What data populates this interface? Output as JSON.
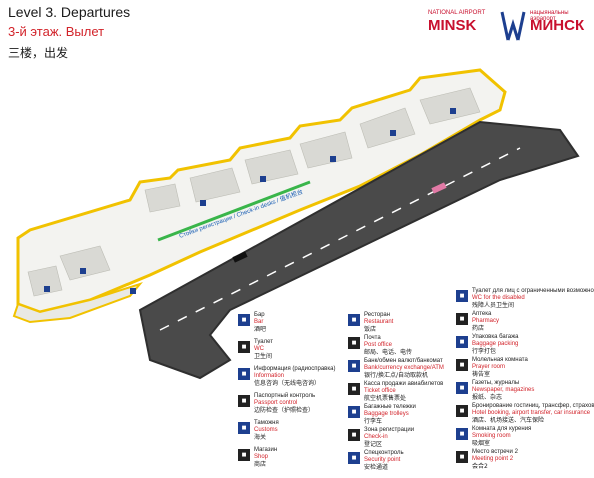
{
  "header": {
    "title_en": "Level 3. Departures",
    "title_ru": "3-й этаж. Вылет",
    "title_zh": "三楼，出发"
  },
  "logo": {
    "left_top": "NATIONAL AIRPORT",
    "left_main": "MINSK",
    "right_top": "нацыянальны аэрапорт",
    "right_main": "МИНСК"
  },
  "map": {
    "checkin_text": "Стойки регистрации / Check-in desks / 值机柜台",
    "colors": {
      "floor": "#f3f3f0",
      "edge": "#f1c200",
      "road": "#4a4a4a",
      "checkin": "#39b54a"
    }
  },
  "legend": {
    "col1": [
      {
        "icon": "bar-icon",
        "ru": "Бар",
        "en": "Bar",
        "zh": "酒吧"
      },
      {
        "icon": "wc-icon",
        "ru": "Туалет",
        "en": "WC",
        "zh": "卫生间"
      },
      {
        "icon": "info-icon",
        "ru": "Информация (радиосправка)",
        "en": "Information",
        "zh": "信息咨询（无线电咨询）"
      },
      {
        "icon": "passport-icon",
        "ru": "Паспортный контроль",
        "en": "Passport control",
        "zh": "边防检查（护照检查）"
      },
      {
        "icon": "customs-icon",
        "ru": "Таможня",
        "en": "Customs",
        "zh": "海关"
      },
      {
        "icon": "shop-icon",
        "ru": "Магазин",
        "en": "Shop",
        "zh": "商店"
      }
    ],
    "col2": [
      {
        "icon": "restaurant-icon",
        "ru": "Ресторан",
        "en": "Restaurant",
        "zh": "饭店"
      },
      {
        "icon": "post-icon",
        "ru": "Почта",
        "en": "Post office",
        "zh": "邮局、电话、电传"
      },
      {
        "icon": "bank-icon",
        "ru": "Банк/обмен валют/банкомат",
        "en": "Bank/currency exchange/ATM",
        "zh": "银行/换汇点/自动取款机"
      },
      {
        "icon": "ticket-icon",
        "ru": "Касса продажи авиабилетов",
        "en": "Ticket office",
        "zh": "航空机票售票处"
      },
      {
        "icon": "trolley-icon",
        "ru": "Багажные тележки",
        "en": "Baggage trolleys",
        "zh": "行李车"
      },
      {
        "icon": "checkin-icon",
        "ru": "Зона регистрации",
        "en": "Check-in",
        "zh": "登记区"
      },
      {
        "icon": "security-icon",
        "ru": "Спецконтроль",
        "en": "Security point",
        "zh": "安检通道"
      }
    ],
    "col3": [
      {
        "icon": "disabled-icon",
        "ru": "Туалет для лиц с ограниченными возможностями",
        "en": "WC for the disabled",
        "zh": "残障人员卫生间"
      },
      {
        "icon": "pharmacy-icon",
        "ru": "Аптека",
        "en": "Pharmacy",
        "zh": "药店"
      },
      {
        "icon": "baggage-icon",
        "ru": "Упаковка багажа",
        "en": "Baggage packing",
        "zh": "行李打包"
      },
      {
        "icon": "prayer-icon",
        "ru": "Молельная комната",
        "en": "Prayer room",
        "zh": "祷告室"
      },
      {
        "icon": "newspaper-icon",
        "ru": "Газеты, журналы",
        "en": "Newspaper, magazines",
        "zh": "报纸、杂志"
      },
      {
        "icon": "hotel-icon",
        "ru": "Бронирование гостиниц, трансфер, страхование авто",
        "en": "Hotel booking, airport transfer, car insurance",
        "zh": "酒店、机场接送、汽车保险"
      },
      {
        "icon": "smoking-icon",
        "ru": "Комната для курения",
        "en": "Smoking room",
        "zh": "吸烟室"
      },
      {
        "icon": "meeting-icon",
        "ru": "Место встречи 2",
        "en": "Meeting point 2",
        "zh": "会合2"
      }
    ]
  }
}
